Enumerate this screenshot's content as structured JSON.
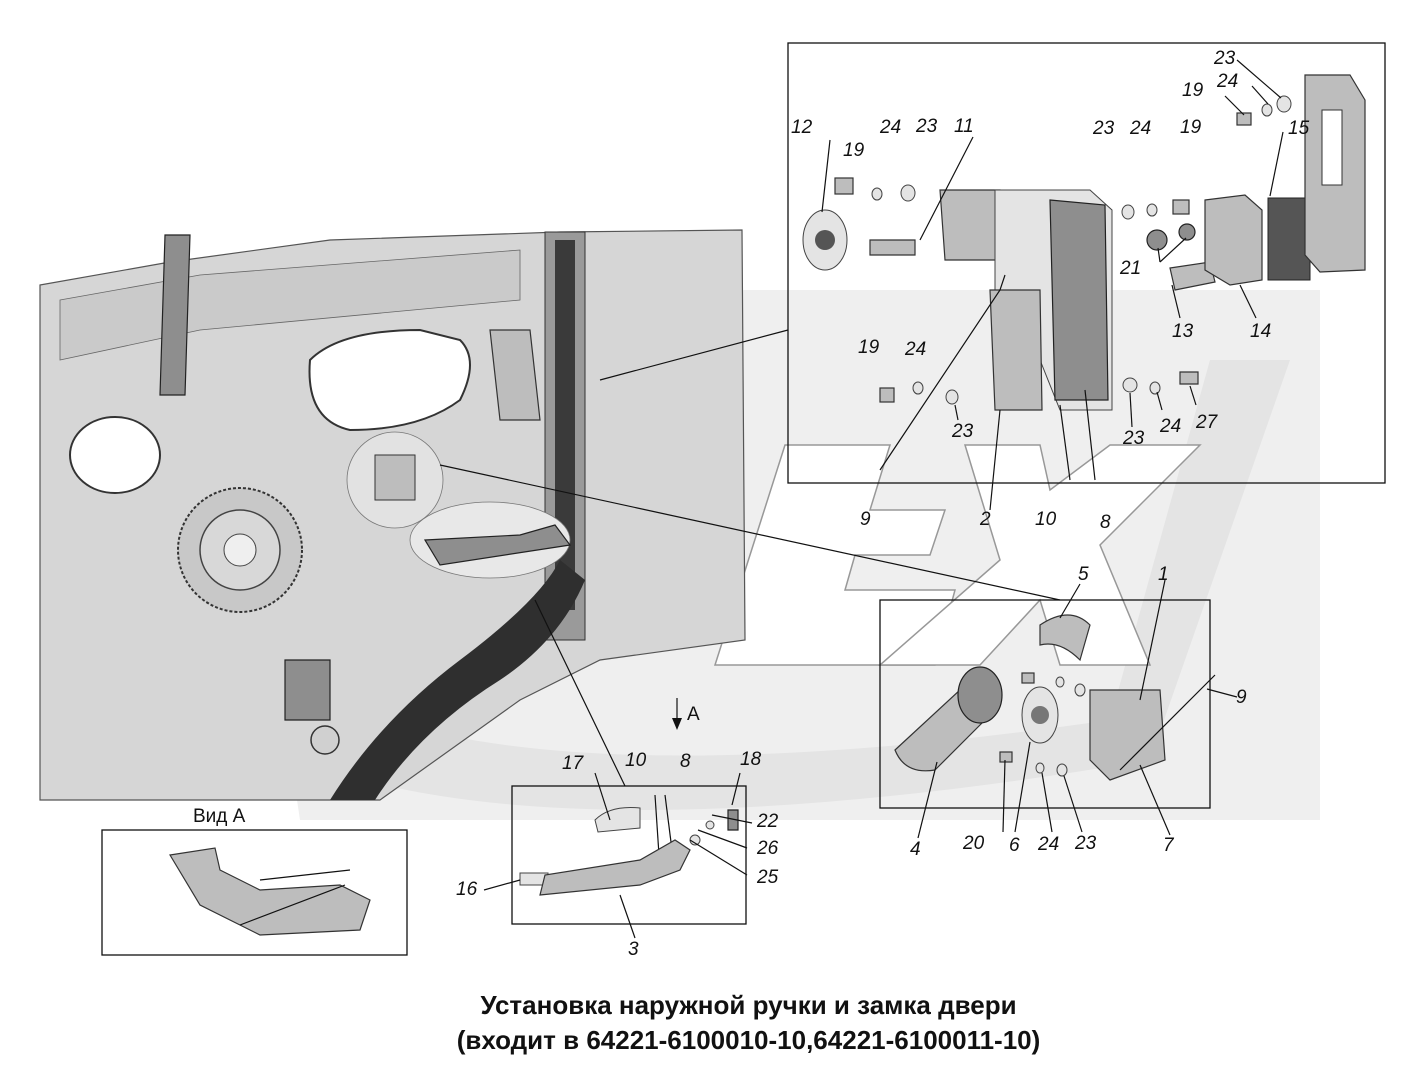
{
  "caption": {
    "line1": "Установка наружной ручки и замка двери",
    "line2": "(входит в 64221-6100010-10,64221-6100011-10)"
  },
  "view_a": {
    "arrow_label": "A",
    "title": "Вид А"
  },
  "callouts": {
    "upper": [
      "12",
      "19",
      "24",
      "23",
      "11",
      "23",
      "24",
      "19",
      "19",
      "24",
      "23",
      "15",
      "21",
      "13",
      "14",
      "19",
      "24",
      "23",
      "23",
      "24",
      "27"
    ],
    "bottom": [
      "9",
      "2",
      "10",
      "8"
    ],
    "mechanism": [
      "5",
      "1",
      "9",
      "4",
      "20",
      "6",
      "24",
      "23",
      "7"
    ],
    "handle": [
      "17",
      "10",
      "8",
      "18",
      "22",
      "26",
      "25",
      "16",
      "3"
    ]
  }
}
